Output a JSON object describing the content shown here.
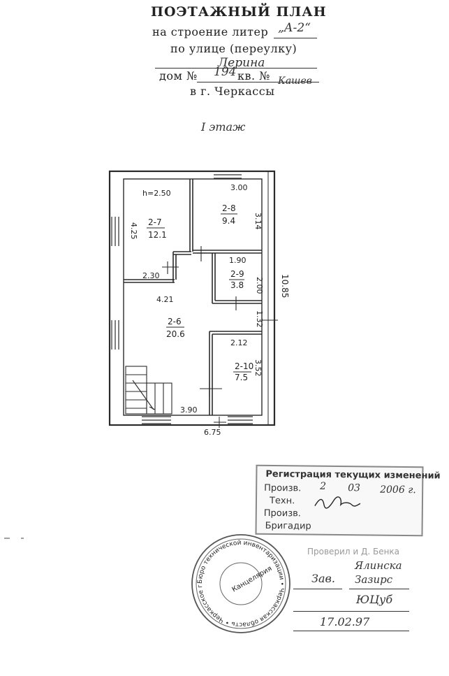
{
  "header": {
    "title": "ПОЭТАЖНЫЙ ПЛАН",
    "line1_prefix": "на строение литер",
    "litera": "„А-2“",
    "line2_prefix": "по улице (переулку)",
    "street": "Лерина",
    "house_label": "дом №",
    "house_number": "194",
    "apt_label": "кв. №",
    "city": "в г. Черкассы",
    "handnote": "Кашев"
  },
  "floor_label": "I этаж",
  "plan": {
    "height_note": "h=2.50",
    "rooms": [
      {
        "id": "2-7",
        "area": "12.1"
      },
      {
        "id": "2-8",
        "area": "9.4"
      },
      {
        "id": "2-9",
        "area": "3.8"
      },
      {
        "id": "2-6",
        "area": "20.6"
      },
      {
        "id": "2-10",
        "area": "7.5"
      }
    ],
    "dims": {
      "d_300": "3.00",
      "d_425": "4.25",
      "d_314": "3.14",
      "d_190": "1.90",
      "d_230": "2.30",
      "d_200": "2.00",
      "d_1085": "10.85",
      "d_421": "4.21",
      "d_132": "1.32",
      "d_212": "2.12",
      "d_352": "3.52",
      "d_390": "3.90",
      "d_675": "6.75"
    }
  },
  "stamp_rect": {
    "title": "Регистрация текущих изменений",
    "row1_label": "Произв.",
    "row1_day": "2",
    "row1_month": "03",
    "row1_year": "2006 г.",
    "row2_label": "Техн.",
    "row3_label": "Произв.",
    "row4_label": "Бригадир",
    "faded_line": "Проверил и Д. Бенка"
  },
  "stamp_round": {
    "ring_text": "Бюро технической инвентаризации • Черкасская область • Черкасское городское",
    "center_text": "Канцелярия"
  },
  "signoff": {
    "role": "Зав.",
    "name_line1": "Ялинска",
    "name_line2": "Зазирс",
    "initials": "ЮЦуб",
    "date": "17.02.97"
  }
}
